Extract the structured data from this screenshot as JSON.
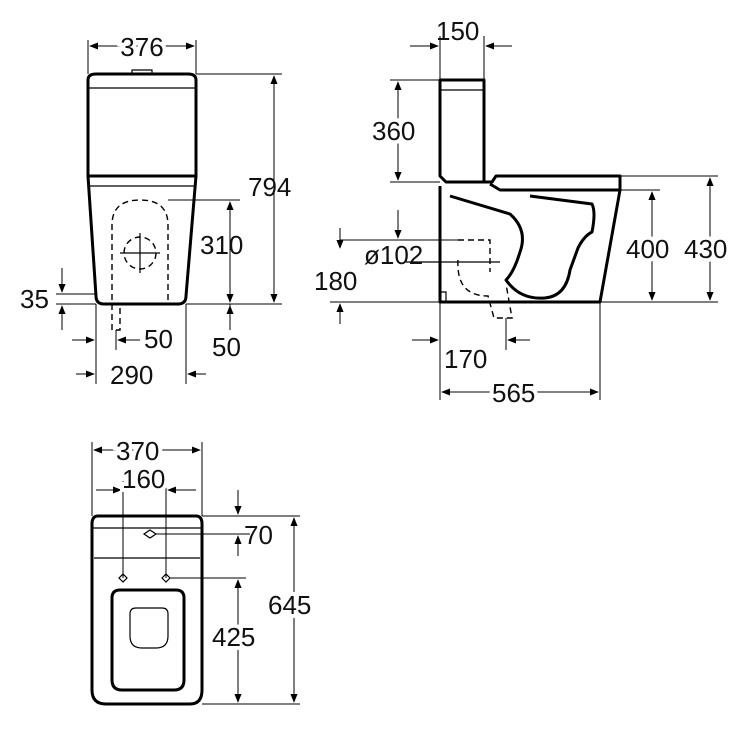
{
  "front_view": {
    "width_top": "376",
    "height_total": "794",
    "outlet_height": "310",
    "foot_offset": "35",
    "base_offset_left": "50",
    "base_offset_right": "50",
    "base_width": "290"
  },
  "side_view": {
    "tank_depth": "150",
    "tank_height": "360",
    "outlet_diameter": "ø102",
    "outlet_center_height": "180",
    "seat_height": "400",
    "rim_height": "430",
    "outlet_distance": "170",
    "total_depth": "565"
  },
  "top_view": {
    "width": "370",
    "fixing_spacing": "160",
    "fixing_front_offset": "70",
    "total_length": "645",
    "fixing_rear_distance": "425"
  }
}
